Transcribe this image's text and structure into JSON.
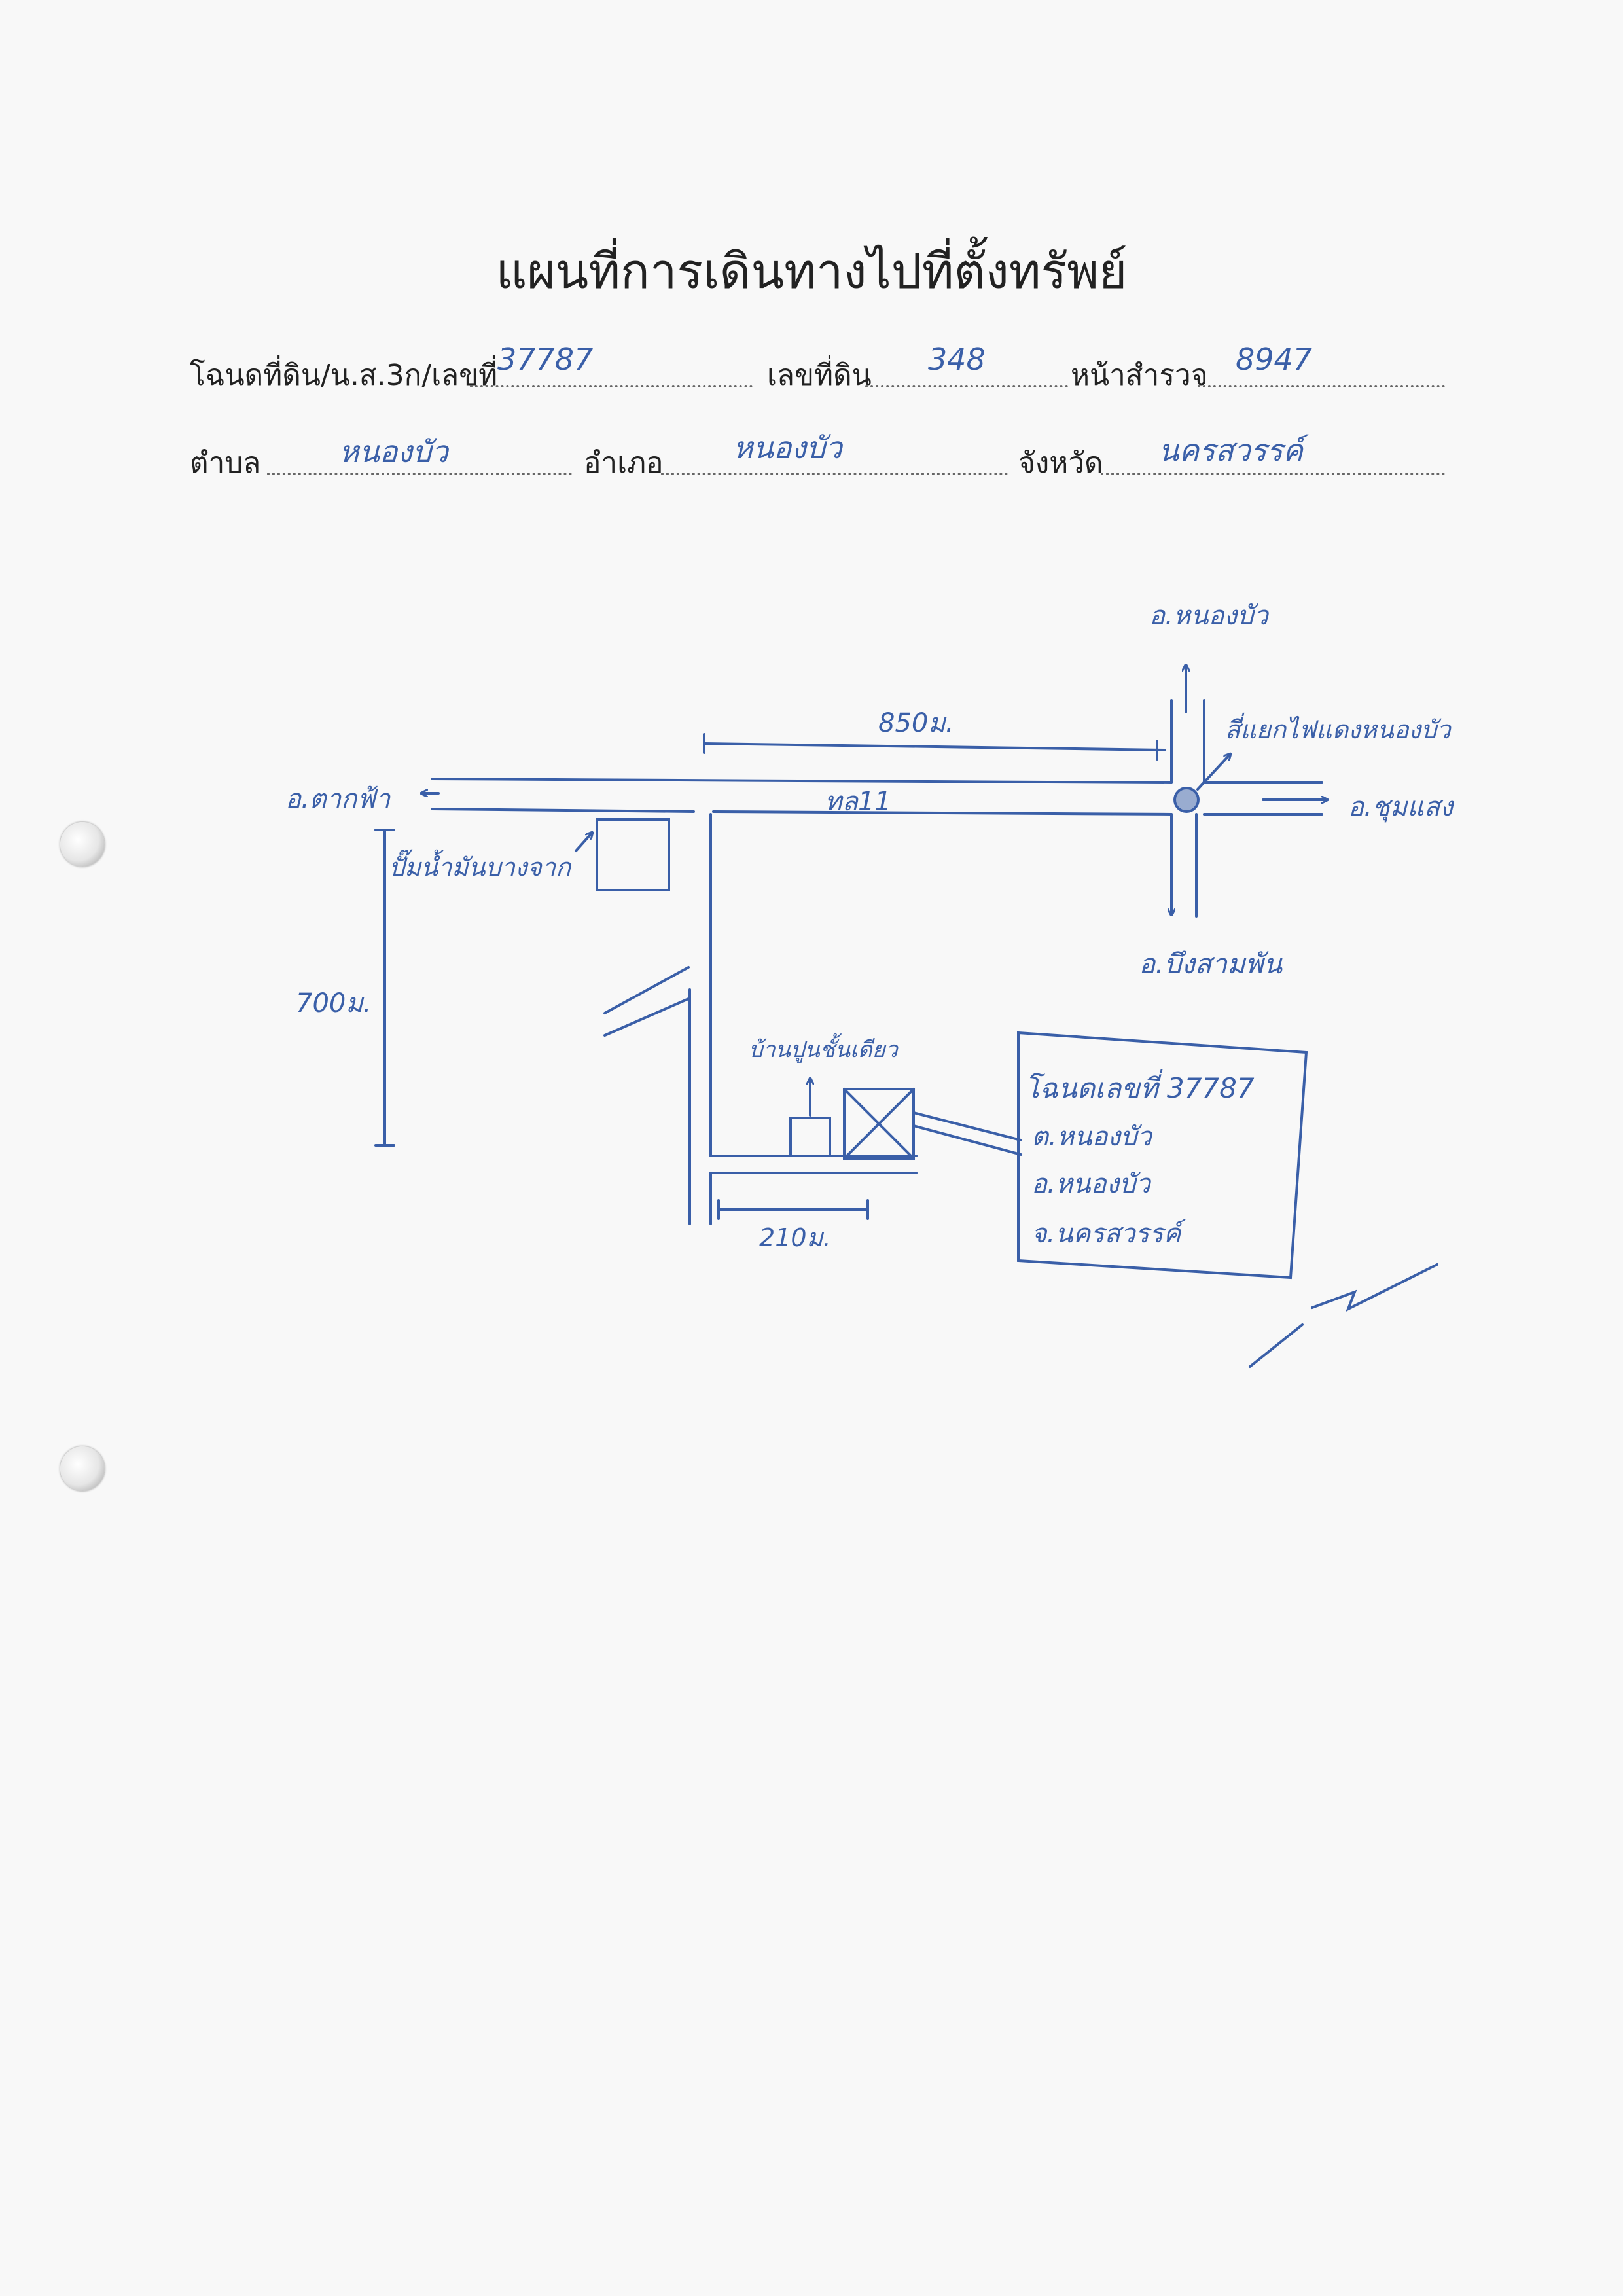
{
  "title": "แผนที่การเดินทางไปที่ตั้งทรัพย์",
  "form": {
    "deed_label": "โฉนดที่ดิน/น.ส.3ก/เลขที่",
    "deed_no": "37787",
    "land_no_label": "เลขที่ดิน",
    "land_no": "348",
    "survey_label": "หน้าสำรวจ",
    "survey_no": "8947",
    "subdistrict_label": "ตำบล",
    "subdistrict": "หนองบัว",
    "district_label": "อำเภอ",
    "district": "หนองบัว",
    "province_label": "จังหวัด",
    "province": "นครสวรรค์"
  },
  "map": {
    "north_dest": "อ.หนองบัว",
    "west_dest": "อ.ตากฟ้า",
    "east_dest": "อ.ชุมแสง",
    "south_dest": "อ.บึงสามพัน",
    "intersection_label": "สี่แยกไฟแดงหนองบัว",
    "road_label": "ทล11",
    "gas_station_label": "ปั๊มน้ำมันบางจาก",
    "dist_top": "850ม.",
    "dist_side": "700ม.",
    "dist_bottom": "210ม.",
    "house_label": "บ้านปูนชั้นเดียว",
    "box_line1": "โฉนดเลขที่ 37787",
    "box_line2": "ต.หนองบัว",
    "box_line3": "อ.หนองบัว",
    "box_line4": "จ.นครสวรรค์"
  },
  "colors": {
    "ink": "#3a5fa8",
    "print": "#222222"
  }
}
